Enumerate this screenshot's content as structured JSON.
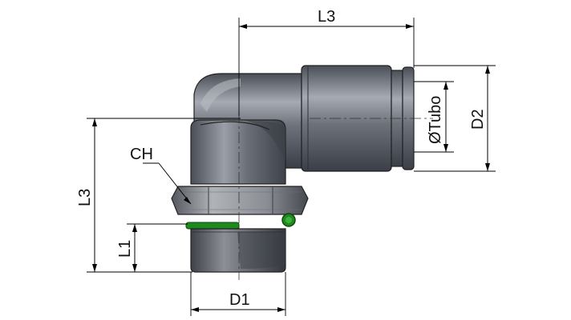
{
  "drawing": {
    "labels": {
      "l3_top": "L3",
      "l3_left": "L3",
      "d2": "D2",
      "tube": "ØTubo",
      "ch": "CH",
      "l1": "L1",
      "d1": "D1"
    },
    "colors": {
      "metal_dark": "#5a5e66",
      "metal_mid": "#8a8e96",
      "metal_light": "#c4c7cc",
      "oring": "#1e8a1e",
      "line": "#000000"
    }
  }
}
